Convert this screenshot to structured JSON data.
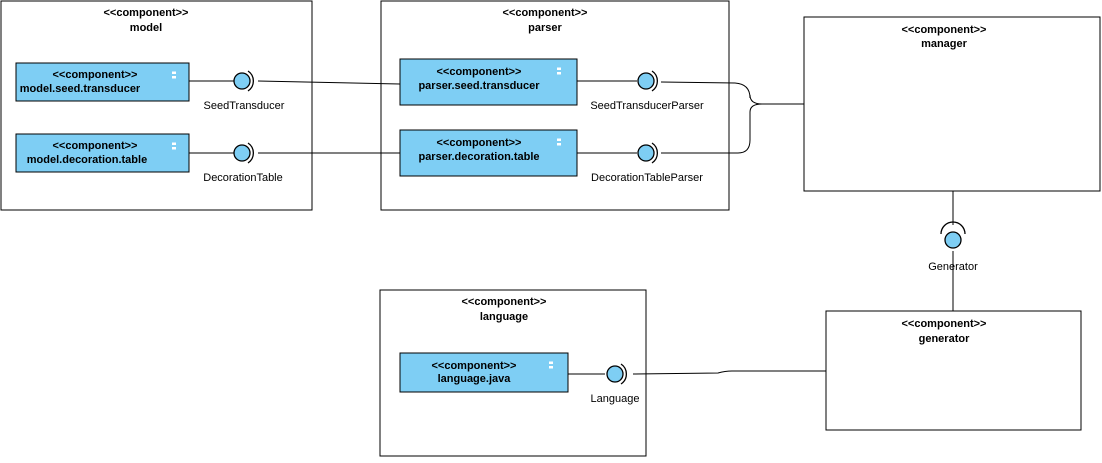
{
  "diagram": {
    "stereotype": "<<component>>",
    "components": {
      "model": "model",
      "parser": "parser",
      "manager": "manager",
      "language": "language",
      "generator": "generator",
      "model_seed_transducer": "model.seed.transducer",
      "model_decoration_table": "model.decoration.table",
      "parser_seed_transducer": "parser.seed.transducer",
      "parser_decoration_table": "parser.decoration.table",
      "language_java": "language.java"
    },
    "interfaces": {
      "seed_transducer": "SeedTransducer",
      "decoration_table": "DecorationTable",
      "seed_transducer_parser": "SeedTransducerParser",
      "decoration_table_parser": "DecorationTableParser",
      "generator": "Generator",
      "language": "Language"
    },
    "colors": {
      "component_fill": "#7ecef4",
      "outline": "#000000",
      "background": "#ffffff"
    }
  }
}
